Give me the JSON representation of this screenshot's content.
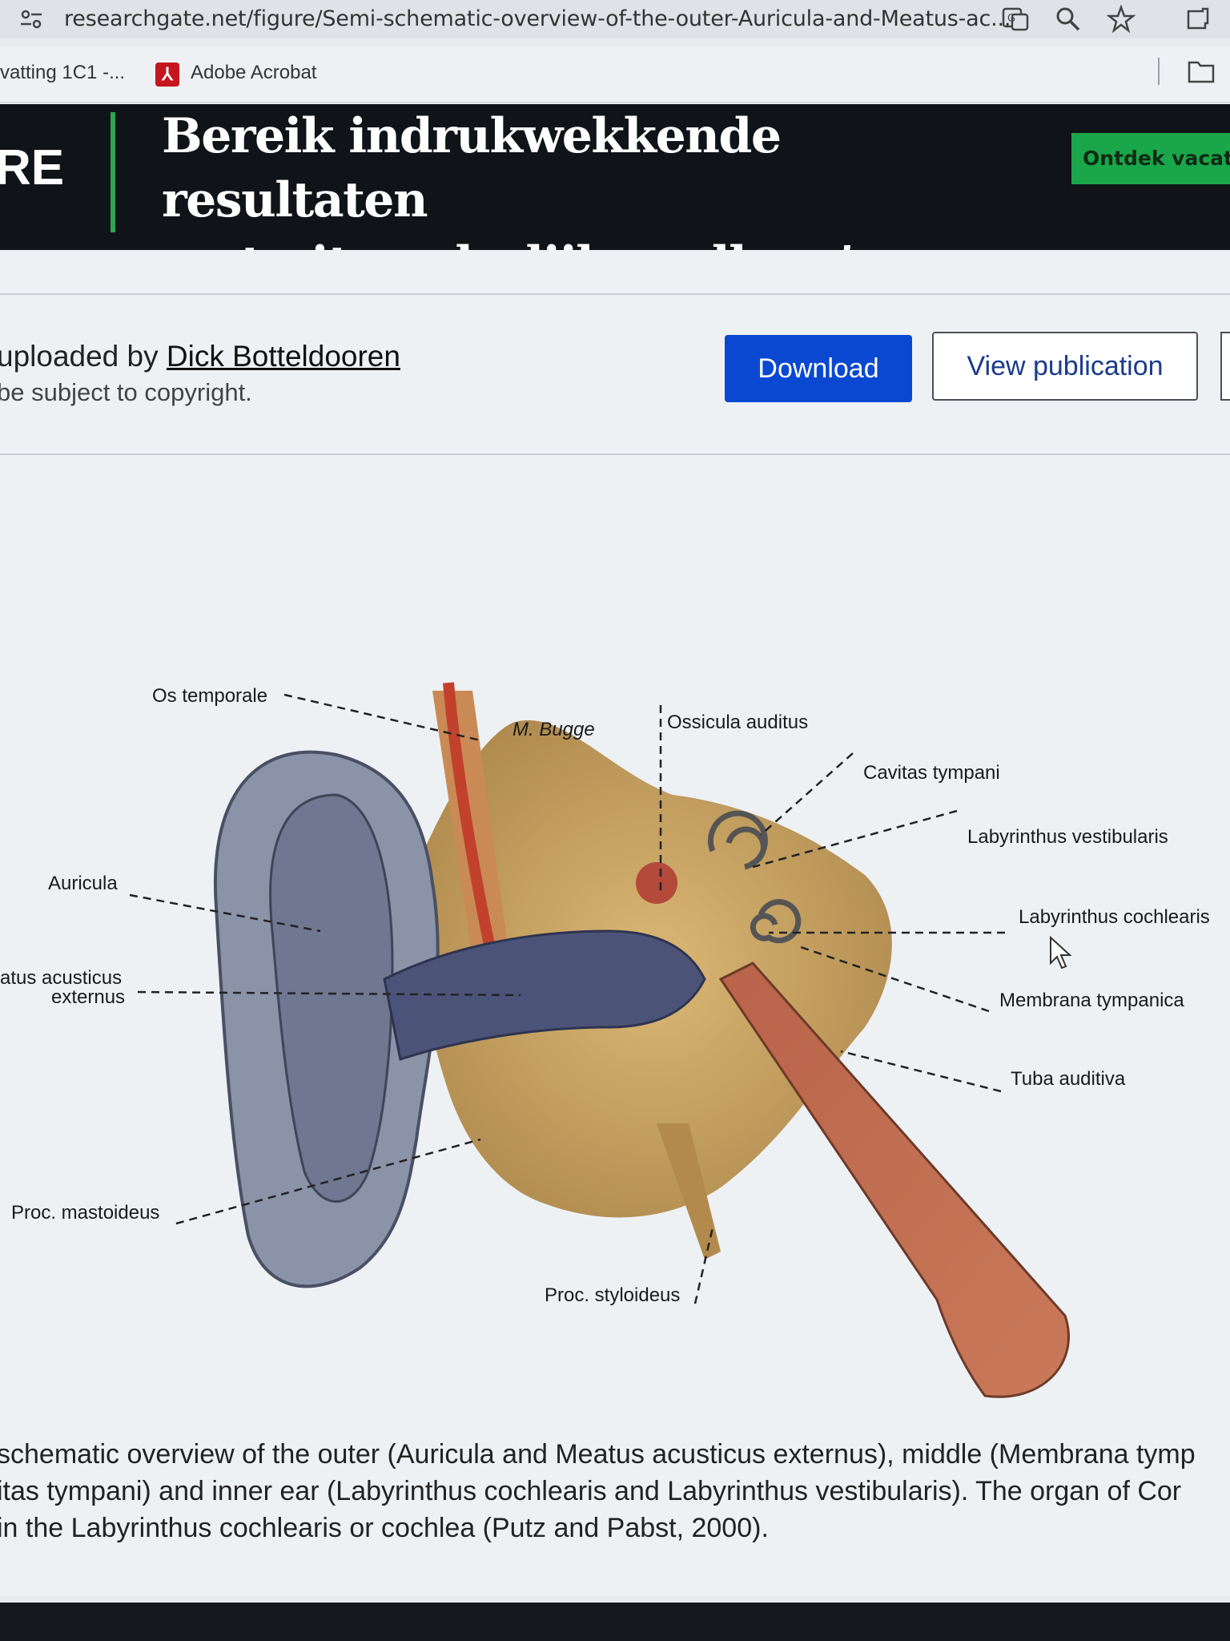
{
  "browser": {
    "url": "researchgate.net/figure/Semi-schematic-overview-of-the-outer-Auricula-and-Meatus-ac...",
    "bookmarks": [
      "vatting 1C1 -...",
      "Adobe Acrobat"
    ]
  },
  "ad": {
    "logo": "RE",
    "headline_line1": "Bereik indrukwekkende resultaten",
    "headline_line2": "met uitzonderlijke collega’s.",
    "cta": "Ontdek vacatu"
  },
  "figure_page": {
    "uploaded_prefix": "uploaded by ",
    "uploader": "Dick Botteldooren",
    "copyright_note": "be subject to copyright.",
    "download_label": "Download",
    "view_publication_label": "View publication",
    "signature": "M. Bugge"
  },
  "diagram": {
    "labels": {
      "os_temporale": "Os temporale",
      "ossicula_auditus": "Ossicula auditus",
      "cavitas_tympani": "Cavitas tympani",
      "labyrinthus_vestibularis": "Labyrinthus vestibularis",
      "auricula": "Auricula",
      "labyrinthus_cochlearis": "Labyrinthus cochlearis",
      "meatus_line1": "atus acusticus",
      "meatus_line2": "externus",
      "membrana_tympanica": "Membrana tympanica",
      "tuba_auditiva": "Tuba auditiva",
      "proc_mastoideus": "Proc. mastoideus",
      "proc_styloideus": "Proc. styloideus"
    }
  },
  "caption": {
    "line1": "schematic overview of the outer (Auricula and Meatus acusticus externus), middle (Membrana tymp",
    "line2": "itas tympani) and inner ear (Labyrinthus cochlearis and Labyrinthus vestibularis). The organ of Cor",
    "line3": "in the Labyrinthus cochlearis or cochlea (Putz and Pabst, 2000)."
  }
}
